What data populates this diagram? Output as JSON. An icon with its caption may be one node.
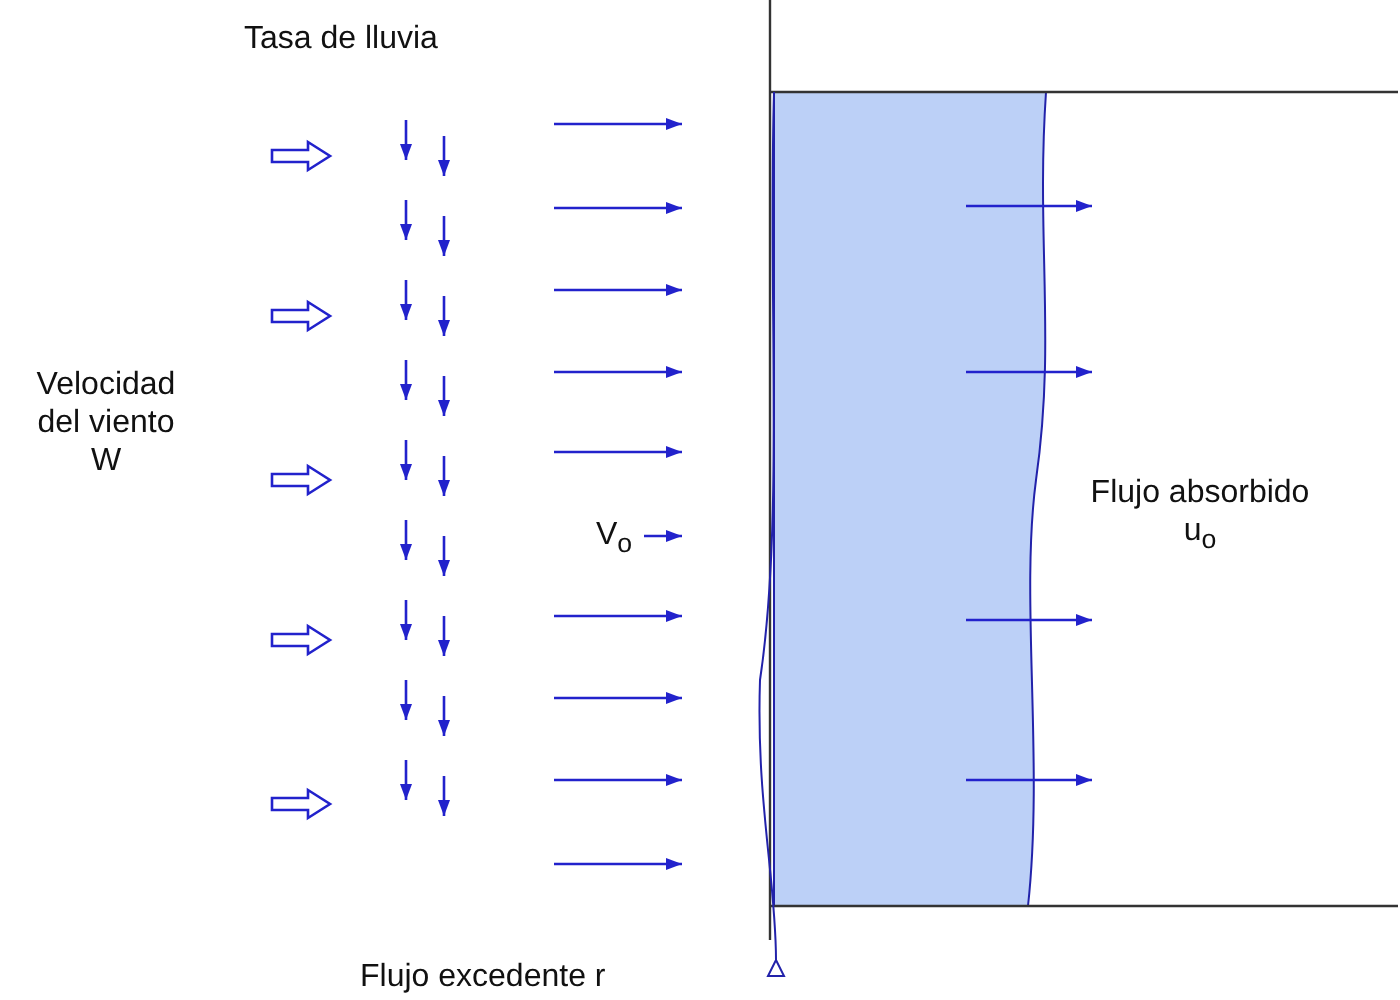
{
  "diagram": {
    "labels": [
      "Tasa de lluvia",
      "Velocidad del viento W",
      "V$_{o}$",
      "Flujo absorbido u$_{o}$",
      "Flujo excedente r"
    ]
  }
}
